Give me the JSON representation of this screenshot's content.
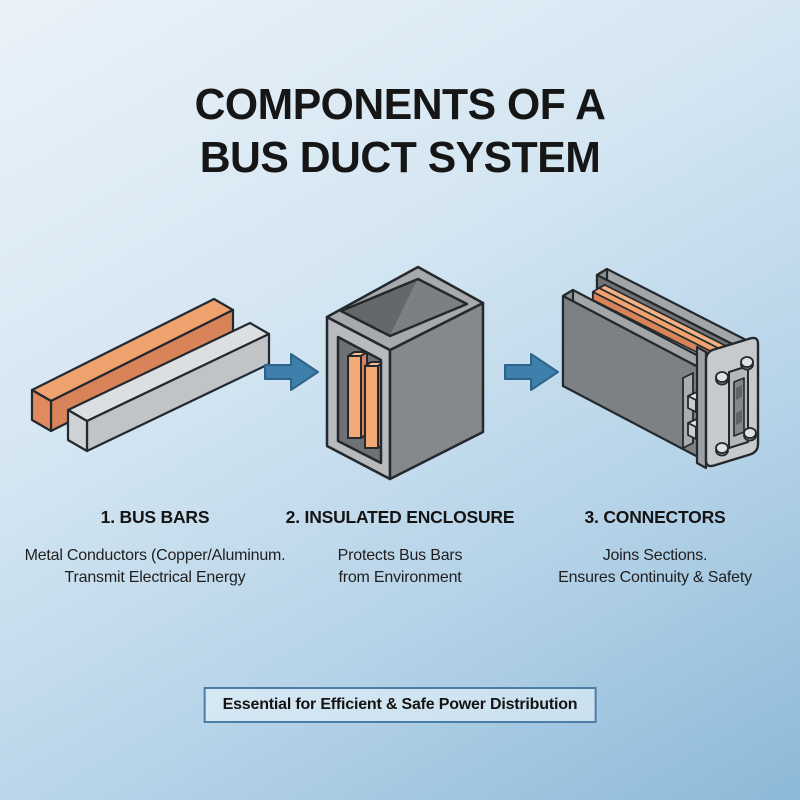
{
  "title": {
    "line1": "COMPONENTS OF A",
    "line2": "BUS DUCT SYSTEM"
  },
  "components": [
    {
      "heading": "1. BUS BARS",
      "description": [
        "Metal Conductors (Copper/Aluminum.",
        "Transmit Electrical Energy"
      ],
      "illustration": "copper and aluminum rectangular bars"
    },
    {
      "heading": "2. INSULATED ENCLOSURE",
      "description": [
        "Protects Bus Bars",
        "from Environment"
      ],
      "illustration": "gray enclosure box with copper bars inside"
    },
    {
      "heading": "3. CONNECTORS",
      "description": [
        "Joins Sections.",
        "Ensures Continuity & Safety"
      ],
      "illustration": "duct section with bolted flange connector"
    }
  ],
  "icons": {
    "flow_arrow_1": "right-arrow-icon",
    "flow_arrow_2": "right-arrow-icon"
  },
  "footer": {
    "banner": "Essential for Efficient & Safe Power Distribution"
  },
  "colors": {
    "background_top_left": "#eaf2f9",
    "background_bottom_right": "#8cb9d8",
    "copper_top": "#efa26e",
    "copper_front": "#d8835a",
    "aluminum_top": "#dcdfe2",
    "aluminum_front": "#c0c4c7",
    "enclosure_light_face": "#b7bbbe",
    "enclosure_dark_face": "#85898c",
    "flange_face": "#c6cacd",
    "arrow_fill": "#3f7fab",
    "arrow_stroke": "#2d648c",
    "outline": "#24292e",
    "banner_border": "#4a7ea6",
    "text": "#1c1c1c"
  }
}
